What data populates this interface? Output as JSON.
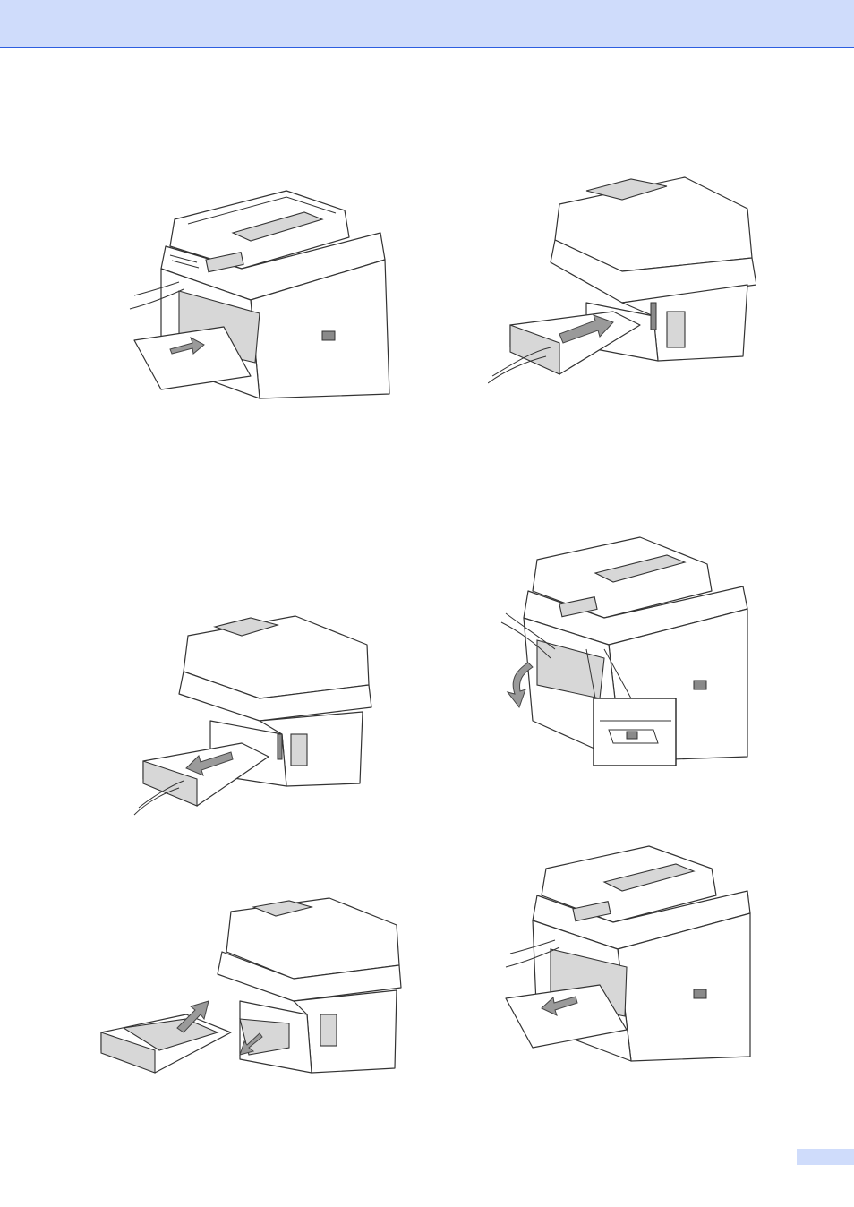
{
  "page": {
    "header_band_color": "#cfdcfb",
    "header_rule_color": "#2d5ee0",
    "page_tab_color": "#cfdcfb"
  },
  "illustrations": [
    {
      "id": "fig-drum-front-open",
      "icon": "printer-front-drum-insert-icon"
    },
    {
      "id": "fig-tray-rear-push-in",
      "icon": "printer-rear-tray-insert-icon"
    },
    {
      "id": "fig-tray-rear-pull-out",
      "icon": "printer-rear-tray-remove-icon"
    },
    {
      "id": "fig-front-cover-open",
      "icon": "printer-front-cover-open-icon"
    },
    {
      "id": "fig-paper-jam-removal",
      "icon": "printer-rear-paper-jam-icon"
    },
    {
      "id": "fig-drum-front-remove",
      "icon": "printer-front-drum-remove-icon"
    }
  ]
}
